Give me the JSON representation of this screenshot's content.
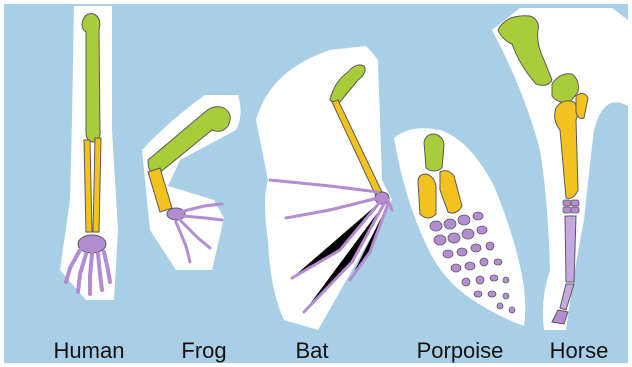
{
  "figure": {
    "labels": [
      "Human",
      "Frog",
      "Bat",
      "Porpoise",
      "Horse"
    ]
  },
  "colors": {
    "background": "#a9cfe6",
    "silhouette": "#ffffff",
    "humerus": "#a9cc3a",
    "radius_ulna": "#f3c21f",
    "hand_bones": "#b48cd2",
    "outline": "#5a5a5a"
  }
}
